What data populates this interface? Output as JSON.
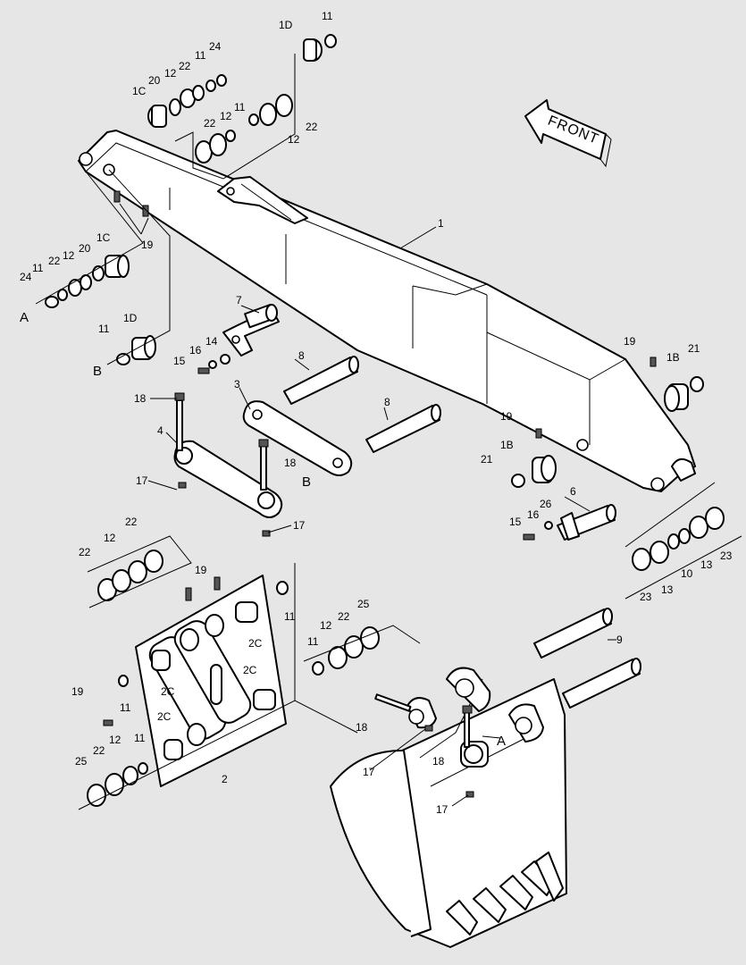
{
  "direction_arrow": {
    "text": "FRONT"
  },
  "callouts": {
    "p1": "1",
    "p1B": "1B",
    "p1C": "1C",
    "p1D": "1D",
    "p2": "2",
    "p2C": "2C",
    "p3": "3",
    "p4": "4",
    "p6": "6",
    "p7": "7",
    "p8": "8",
    "p9": "9",
    "p10": "10",
    "p11": "11",
    "p12": "12",
    "p13": "13",
    "p14": "14",
    "p15": "15",
    "p16": "16",
    "p17": "17",
    "p18": "18",
    "p19": "19",
    "p20": "20",
    "p21": "21",
    "p22": "22",
    "p23": "23",
    "p24": "24",
    "p25": "25",
    "p26": "26"
  },
  "reference_marks": {
    "A": "A",
    "B": "B"
  }
}
